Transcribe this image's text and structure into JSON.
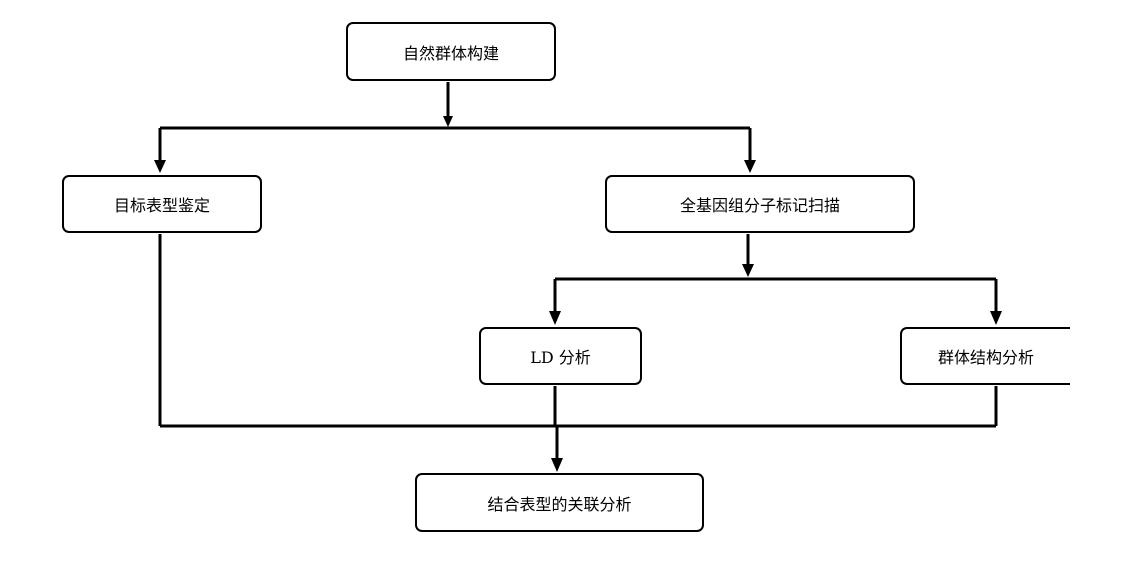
{
  "nodes": {
    "population_construction": "自然群体构建",
    "phenotype_identification": "目标表型鉴定",
    "genome_marker_scan": "全基因组分子标记扫描",
    "ld_analysis": "LD 分析",
    "population_structure_analysis": "群体结构分析",
    "association_analysis": "结合表型的关联分析"
  }
}
